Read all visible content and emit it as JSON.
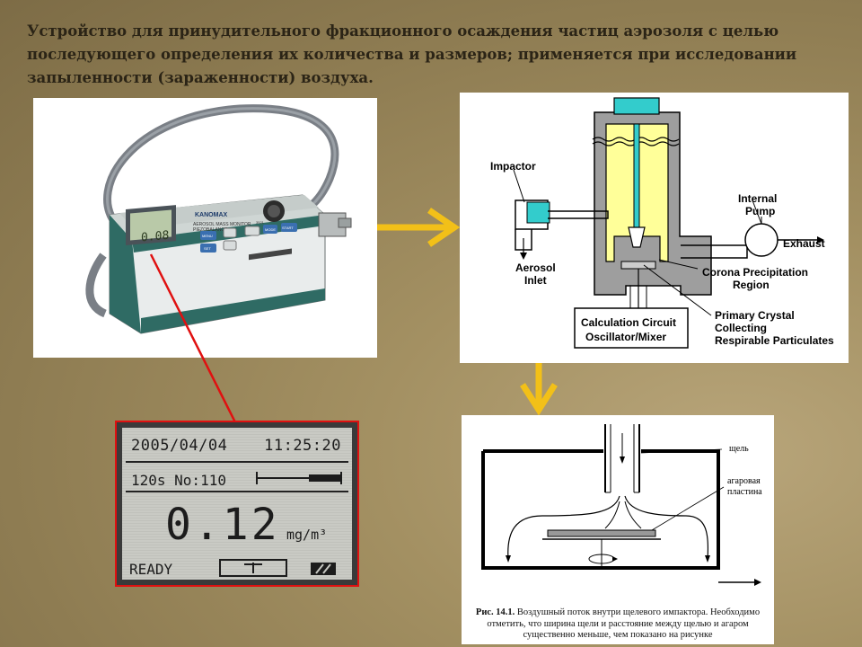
{
  "title": "Устройство для принудительного фракционного осаждения частиц аэрозоля с целью последующего определения их количества и размеров; применяется при исследовании запыленности (зараженности) воздуха.",
  "device": {
    "brand": "KANOMAX",
    "model_line1": "AEROSOL MASS MONITOR",
    "model_line2": "PIEZOBALANCE",
    "model_number": "3521",
    "screen_reading": "0.08",
    "buttons": [
      "MENU",
      "SET",
      "MODE",
      "START"
    ]
  },
  "lcd": {
    "date": "2005/04/04",
    "time": "11:25:20",
    "status": "120s No:110",
    "value": "0.12",
    "unit": "mg/m³",
    "state": "READY"
  },
  "diagram": {
    "impactor": "Impactor",
    "aerosol_inlet": "Aerosol\nInlet",
    "internal_pump": "Internal\nPump",
    "exhaust": "Exhaust",
    "corona": "Corona Precipitation\nRegion",
    "primary_crystal": "Primary Crystal\nCollecting\nRespirable Particulates",
    "calc_circuit": "Calculation Circuit\nOscillator/Mixer"
  },
  "impactor_figure": {
    "label_slit": "щель",
    "label_agar": "агаровая\nпластина",
    "caption_bold": "Рис. 14.1.",
    "caption_text": " Воздушный поток внутри щелевого импактора. Необходимо отметить, что ширина щели и расстояние между щелью и агаром существенно меньше, чем показано на рисунке"
  },
  "colors": {
    "arrow": "#f2c018",
    "pointer": "#e01010",
    "lcd_border": "#e01010",
    "diagram_yellow": "#ffff99",
    "diagram_cyan": "#33cccc"
  }
}
